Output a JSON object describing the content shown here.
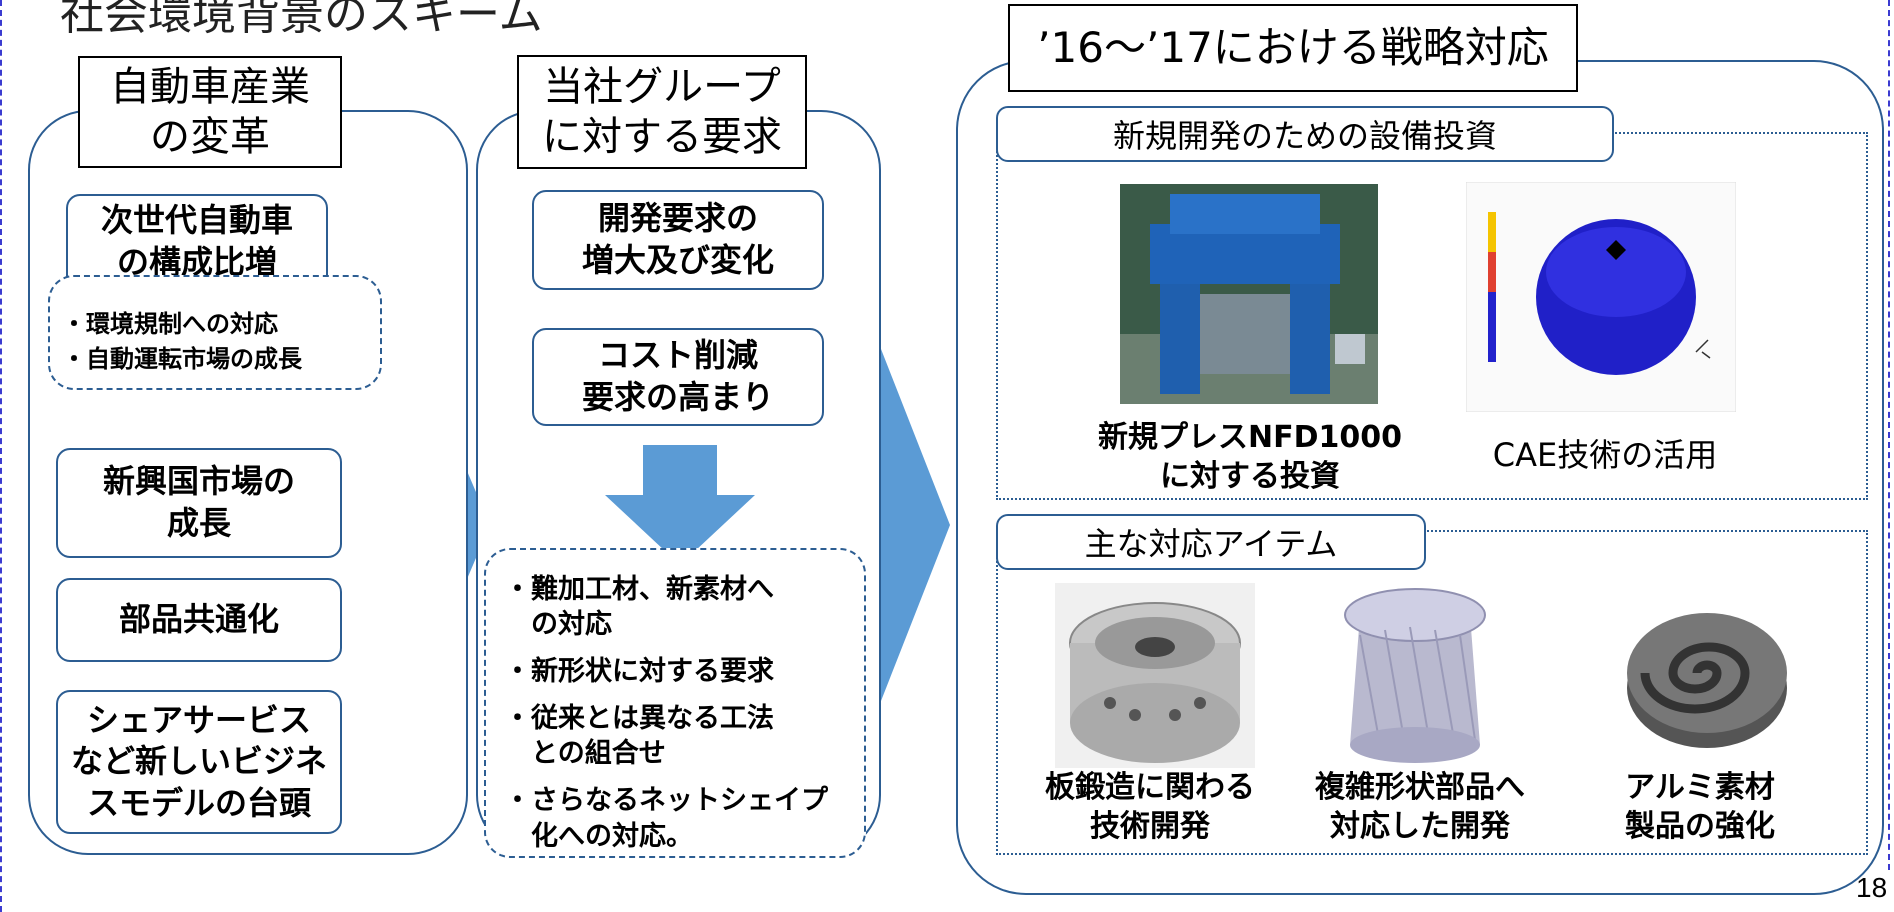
{
  "page": {
    "title": "社会環境背景のスキーム",
    "page_number": "18"
  },
  "column1": {
    "header": "自動車産業\nの変革",
    "boxes": [
      "次世代自動車\nの構成比増",
      "新興国市場の\n成長",
      "部品共通化",
      "シェアサービス\nなど新しいビジネ\nスモデルの台頭"
    ],
    "bullets": [
      "・環境規制への対応",
      "・自動運転市場の成長"
    ]
  },
  "column2": {
    "header": "当社グループ\nに対する要求",
    "boxes": [
      "開発要求の\n増大及び変化",
      "コスト削減\n要求の高まり"
    ],
    "bullets": [
      "・難加工材、新素材へ\n　の対応",
      "・新形状に対する要求",
      "・従来とは異なる工法\n　との組合せ",
      "・さらなるネットシェイプ\n　化への対応。"
    ]
  },
  "column3": {
    "header": "’16～’17における戦略対応",
    "section1": {
      "label": "新規開発のための設備投資",
      "items": [
        {
          "caption": "新規プレスNFD1000\nに対する投資",
          "image": "press-machine-photo"
        },
        {
          "caption": "CAE技術の活用",
          "image": "cae-simulation-image"
        }
      ]
    },
    "section2": {
      "label": "主な対応アイテム",
      "items": [
        {
          "caption": "板鍛造に関わる\n技術開発",
          "image": "plate-forged-part-photo"
        },
        {
          "caption": "複雑形状部品へ\n対応した開発",
          "image": "helical-gear-image"
        },
        {
          "caption": "アルミ素材\n製品の強化",
          "image": "aluminum-scroll-photo"
        }
      ]
    }
  },
  "colors": {
    "accent": "#5b9bd5",
    "border": "#2c5d92",
    "frame": "#3b3bd0",
    "cae_blue": "#2020c8"
  }
}
